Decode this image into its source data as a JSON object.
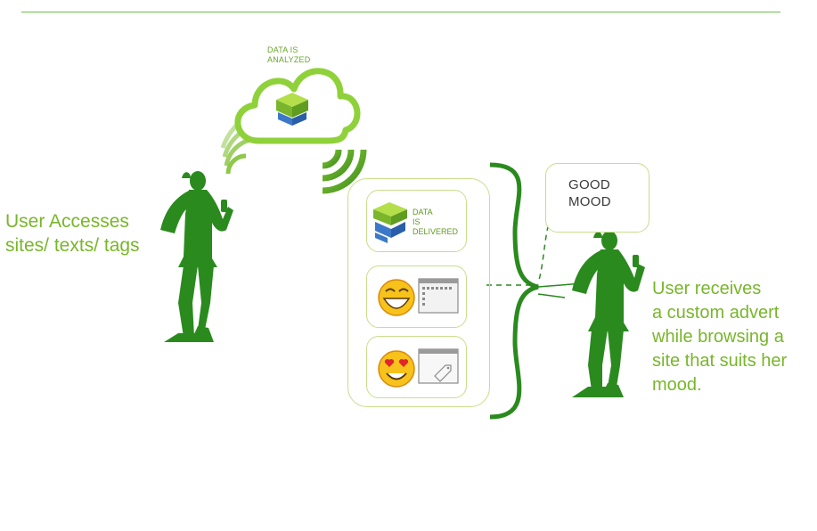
{
  "labels": {
    "analyzed_line1": "DATA IS",
    "analyzed_line2": "ANALYZED",
    "delivered_line1": "DATA",
    "delivered_line2": "IS",
    "delivered_line3": "DELIVERED",
    "mood_line1": "GOOD",
    "mood_line2": "MOOD",
    "user_access_line1": "User Accesses",
    "user_access_line2": "sites/ texts/ tags",
    "user_receives_line1": "User receives",
    "user_receives_line2": "a custom advert",
    "user_receives_line3": "while browsing a",
    "user_receives_line4": "site that suits her",
    "user_receives_line5": "mood."
  },
  "colors": {
    "silhouette": "#2a8a1e",
    "accent_green": "#78b62b",
    "light_green": "#8fd13a",
    "block_green": "#9acd32",
    "block_blue": "#3c78c8",
    "outline": "#c8de8a",
    "emoji_yellow": "#f7c21b"
  },
  "icons": {
    "cloud": "cloud-icon",
    "data_blocks": "data-blocks-icon",
    "wifi_left": "signal-waves-icon",
    "wifi_right": "signal-waves-icon",
    "emoji_grin": "grinning-face-icon",
    "emoji_love": "heart-eyes-face-icon",
    "window_grid": "browser-window-icon",
    "window_tag": "price-tag-window-icon"
  }
}
